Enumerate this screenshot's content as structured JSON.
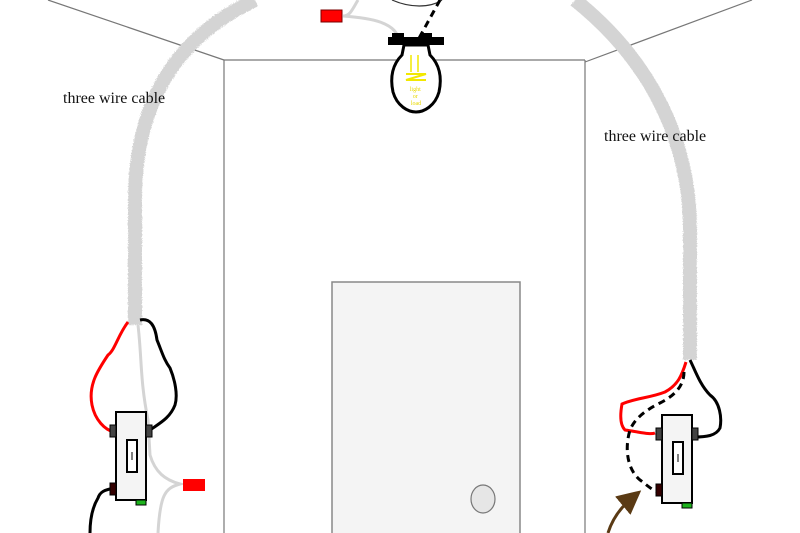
{
  "diagram": {
    "type": "three-way switch wiring",
    "labels": {
      "cable_left": "three wire cable",
      "cable_right": "three wire cable",
      "bulb_text": [
        "light",
        "or",
        "load"
      ]
    },
    "colors": {
      "cable": "#d4d4d4",
      "hot_wire": "#ff0000",
      "black_wire": "#000000",
      "wire_nut": "#ff0000",
      "ground_screw": "#1db31d",
      "arrow": "#5a3a14",
      "filament": "#f2e800",
      "wall_line": "#808080",
      "door_fill": "#f4f4f4",
      "switch_fill": "#f4f4f4"
    },
    "components": [
      {
        "name": "light fixture",
        "position": "ceiling center"
      },
      {
        "name": "left 3-way switch",
        "position": "left wall"
      },
      {
        "name": "right 3-way switch",
        "position": "right wall"
      },
      {
        "name": "door",
        "position": "back wall"
      }
    ]
  }
}
